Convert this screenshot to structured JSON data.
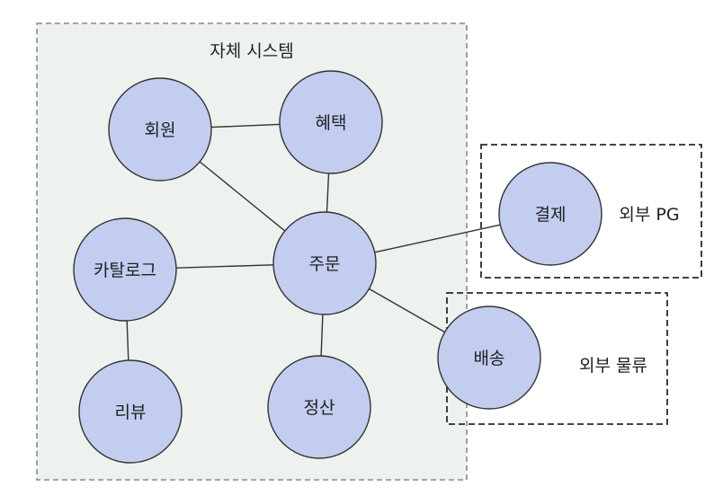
{
  "diagram": {
    "groups": [
      {
        "id": "internal",
        "label": "자체 시스템"
      },
      {
        "id": "pg",
        "label": "외부 PG"
      },
      {
        "id": "logistics",
        "label": "외부 물류"
      }
    ],
    "nodes": [
      {
        "id": "member",
        "label": "회원"
      },
      {
        "id": "benefit",
        "label": "혜택"
      },
      {
        "id": "catalog",
        "label": "카탈로그"
      },
      {
        "id": "order",
        "label": "주문"
      },
      {
        "id": "review",
        "label": "리뷰"
      },
      {
        "id": "settlement",
        "label": "정산"
      },
      {
        "id": "payment",
        "label": "결제"
      },
      {
        "id": "delivery",
        "label": "배송"
      }
    ],
    "edges": [
      {
        "from": "member",
        "to": "benefit"
      },
      {
        "from": "member",
        "to": "order"
      },
      {
        "from": "benefit",
        "to": "order"
      },
      {
        "from": "catalog",
        "to": "order"
      },
      {
        "from": "catalog",
        "to": "review"
      },
      {
        "from": "order",
        "to": "settlement"
      },
      {
        "from": "order",
        "to": "payment"
      },
      {
        "from": "order",
        "to": "delivery"
      }
    ],
    "colors": {
      "node_fill": "#c3cdf0",
      "node_stroke": "#333333",
      "internal_fill": "#eef2ef",
      "internal_border": "#8a8a8a",
      "external_border": "#2a2a2a",
      "edge": "#333333"
    }
  }
}
